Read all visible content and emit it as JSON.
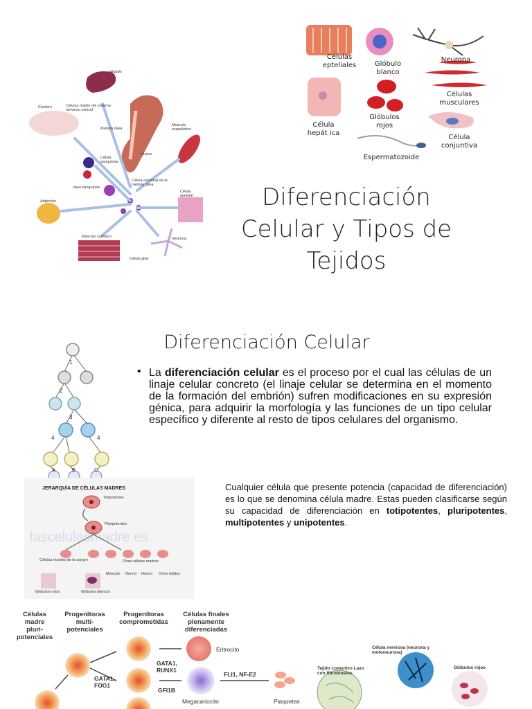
{
  "slide1": {
    "title_lines": [
      "Diferenciación",
      "Celular y Tipos de",
      "Tejidos"
    ],
    "stem_diagram_labels": {
      "higado": "Hígado",
      "cerebro": "Cerebro",
      "celulas_madre_snc": "Células madre del sistema nervioso central",
      "musculo_esqueletico": "Músculo esquelético",
      "medula_osea": "Médula ósea",
      "hueso": "Hueso",
      "celula_sanguinea": "Célula sanguínea",
      "vaso_sanguineo": "Vaso sanguíneo",
      "celula_estromal": "Célula estromal de la médula ósea",
      "celula_epitelial": "Célula epitelial",
      "adipocito": "Adipocito",
      "musculo_cardiaco": "Músculo cardíaco",
      "neurona": "Neurona",
      "celula_glial": "Célula glial"
    },
    "cell_types_labels": {
      "celulas_epiteliales": [
        "Células",
        "epteliales"
      ],
      "globulo_blanco": [
        "Glóbulo",
        "blanco"
      ],
      "neurona": "Neurona",
      "celulas_musculares": [
        "Células",
        "musculares"
      ],
      "celula_hepatica": [
        "Célula",
        "hepát ica"
      ],
      "globulos_rojos": [
        "Glóbulos",
        "rojos"
      ],
      "celula_conjuntiva": [
        "Célula",
        "conjuntiva"
      ],
      "espermatozoide": "Espermatozoide"
    }
  },
  "slide2": {
    "title": "Diferenciación Celular",
    "tree_numbers": [
      "1",
      "2",
      "3",
      "4",
      "4"
    ],
    "tree_leaves": [
      "A",
      "B",
      "C"
    ],
    "bullet": {
      "lead": "La ",
      "bold": "diferenciación celular",
      "rest": " es el proceso por el cual las células de un linaje celular concreto (el linaje celular se determina en el momento de la formación del embrión) sufren modificaciones en su expresión génica, para adquirir la morfología y las funciones de un tipo celular específico y diferente al resto de tipos celulares del organismo."
    },
    "hierarchy": {
      "heading": "JERARQUÍA DE CÉLULAS MADRES",
      "totipotentes": "Totipotentes",
      "pluripotentes": "Pluripotentes",
      "watermark": "lascelulasmadre.es",
      "celulas_sangre": "Células madres de la sangre",
      "otras_celulas": "Otras células madres",
      "musculo": "Músculo",
      "nervio": "Nervio",
      "hueso": "Hueso",
      "otros_tejidos": "Otros tejidos",
      "globulos_rojos": "Glóbulos rojos",
      "globulos_blancos": "Glóbulos blancos"
    },
    "potency": {
      "text1": "Cualquier célula que presente potencia (capacidad de diferenciación) es lo que se denomina célula madre. Estas pueden clasificarse según su capacidad de diferenciación en ",
      "b1": "totipotentes",
      "sep1": ", ",
      "b2": "pluripotentes",
      "sep2": ", ",
      "b3": "multipotentes",
      "sep3": " y ",
      "b4": "unipotentes",
      "end": "."
    }
  },
  "slide3": {
    "headers": {
      "col1": [
        "Células",
        "madre",
        "pluri-",
        "potenciales"
      ],
      "col2": [
        "Progenitoras",
        "multi-",
        "potenciales"
      ],
      "col3": [
        "Progenitoras",
        "comprometidas"
      ],
      "col4": [
        "Células finales",
        "plenamente",
        "diferenciadas"
      ]
    },
    "labels": {
      "gata1_fog1": [
        "GATA1,",
        "FOG1"
      ],
      "gata1_runx1": [
        "GATA1,",
        "RUNX1"
      ],
      "gfi1b": "GFI1B",
      "fli1": "FLI1, NF-E2",
      "eritrocito": "Eritrocito",
      "megacariocito": "Megacariocito",
      "plaquetas": "Plaquetas"
    },
    "tissue_labels": {
      "celula_nerviosa": [
        "Célula nerviosa (neurona y",
        "motoneurona)"
      ],
      "tejido_conectivo": [
        "Tejido conectivo Laxo",
        "con fibroblastos"
      ],
      "globulos_rojos": "Glóbulos rojos"
    }
  }
}
